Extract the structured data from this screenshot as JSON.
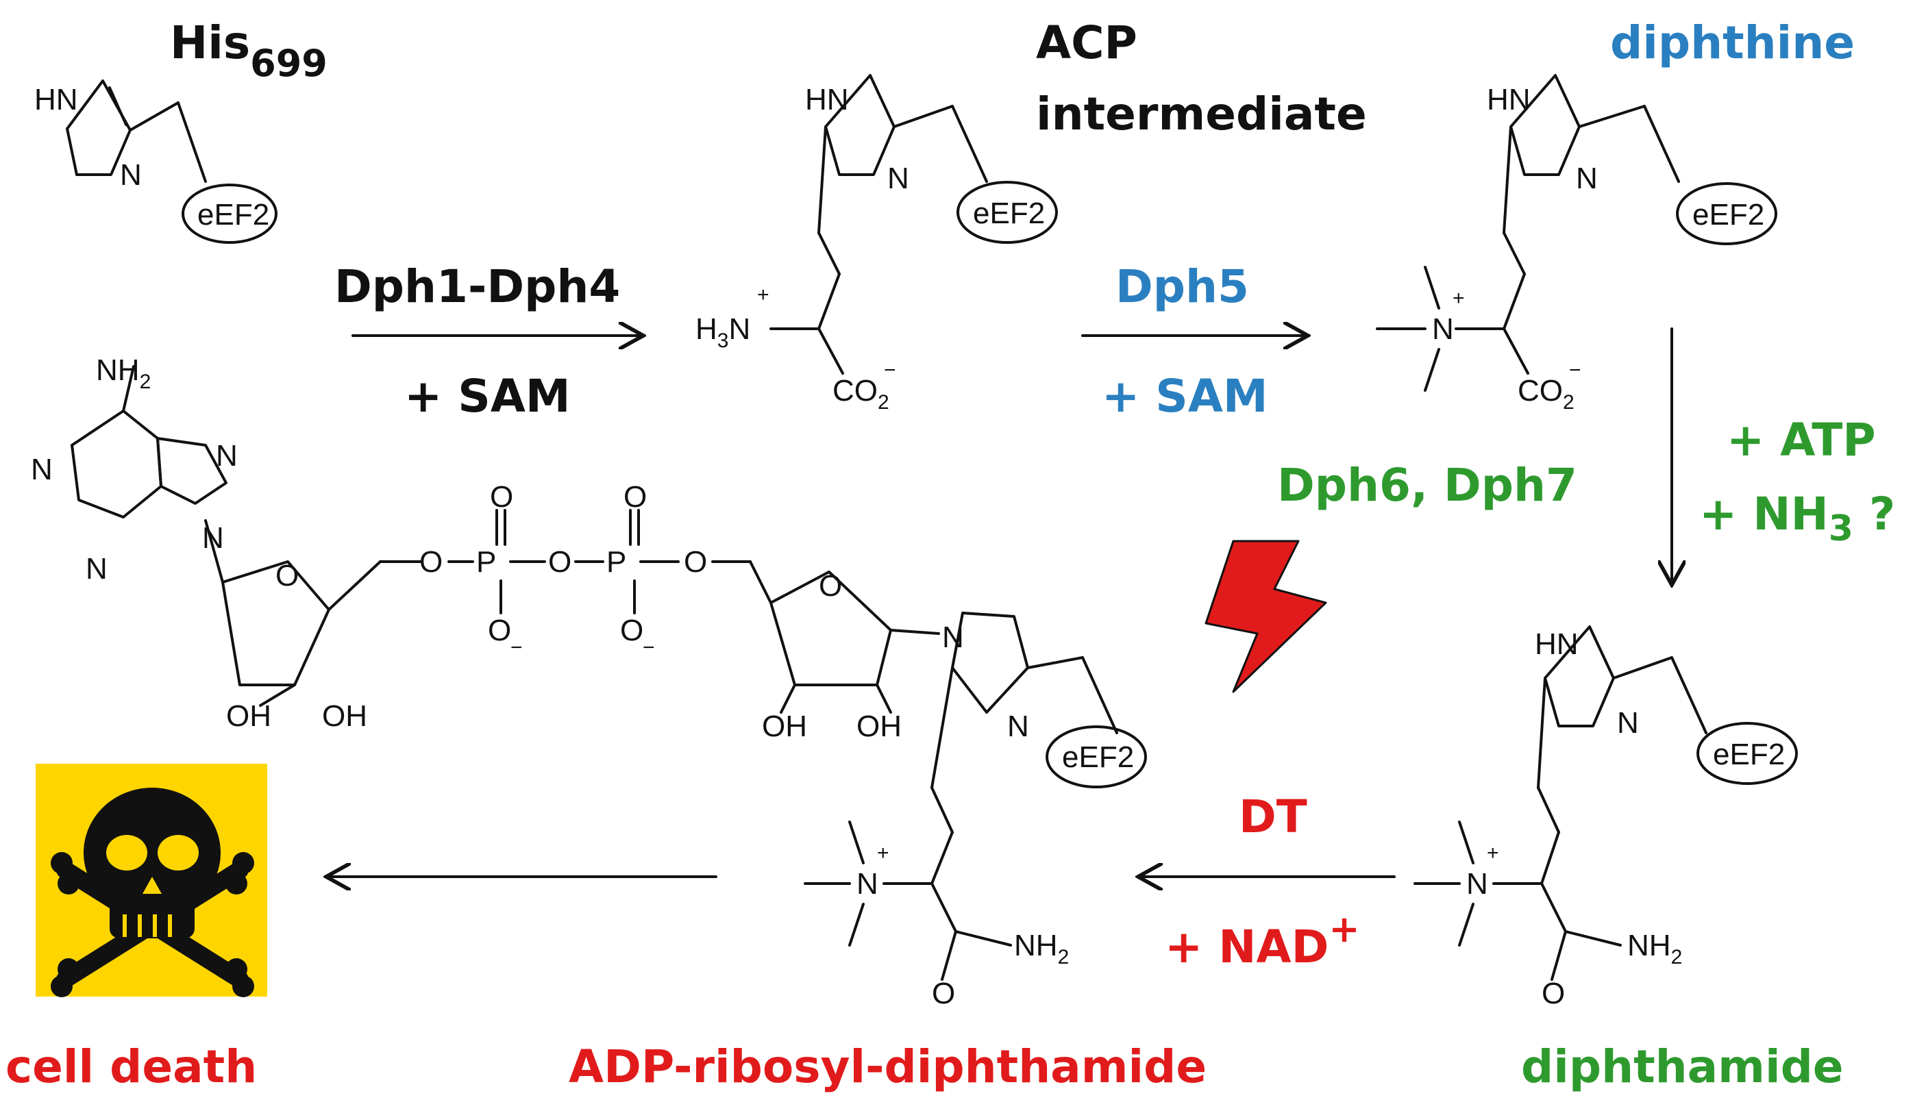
{
  "labels": {
    "his": "His",
    "his_sub": "699",
    "acp_line1": "ACP",
    "acp_line2": "intermediate",
    "diphthine": "diphthine",
    "diphthamide": "diphthamide",
    "adp_ribosyl": "ADP-ribosyl-diphthamide",
    "cell_death": "cell death"
  },
  "steps": {
    "step1_enzyme": "Dph1-Dph4",
    "step1_cofactor": "+ SAM",
    "step2_enzyme": "Dph5",
    "step2_cofactor": "+ SAM",
    "step3_enzyme": "Dph6, Dph7",
    "step3_cofactor_atp": "+ ATP",
    "step3_cofactor_nh3": "+ NH",
    "step3_cofactor_nh3_sub": "3",
    "step3_question": "?",
    "step4_toxin": "DT",
    "step4_cofactor": "+ NAD",
    "step4_cofactor_sup": "+"
  },
  "atoms": {
    "eef2": "eEF2",
    "hn": "HN",
    "n": "N",
    "h3n": "H",
    "h3n_sub": "3",
    "h3n_n": "N",
    "plus": "+",
    "minus": "−",
    "co2": "CO",
    "co2_sub": "2",
    "nh2": "NH",
    "nh2_sub": "2",
    "o": "O",
    "p": "P",
    "oh": "OH"
  },
  "colors": {
    "black": "#111111",
    "blue": "#2a7fc0",
    "green": "#2e9a2e",
    "red": "#e11b1b",
    "hazard_yellow": "#ffd500"
  },
  "icons": [
    "skull-crossbones-icon",
    "lightning-bolt-icon"
  ]
}
